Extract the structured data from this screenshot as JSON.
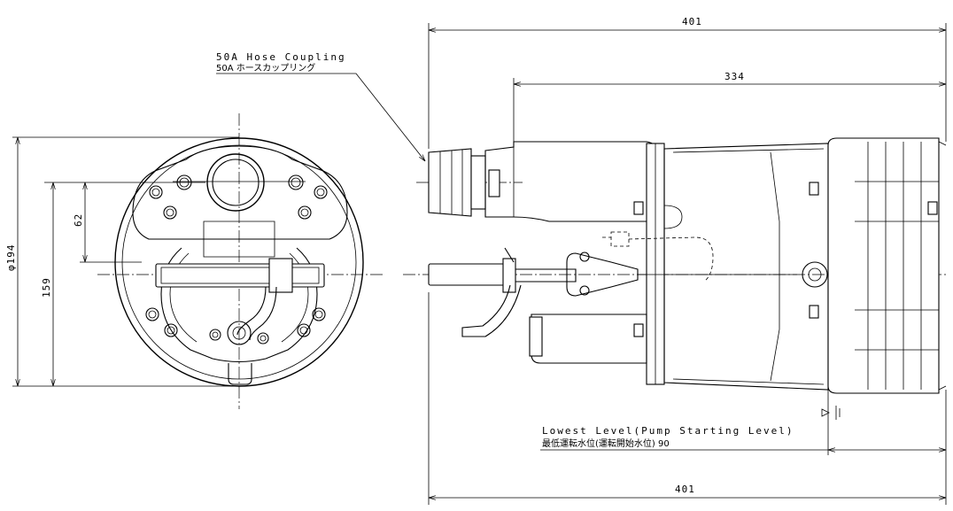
{
  "dimensions": {
    "overall_length_top": "401",
    "body_length": "334",
    "overall_length_bottom": "401",
    "diameter": "φ194",
    "outlet_height": "159",
    "outlet_offset": "62"
  },
  "annotations": {
    "hose_coupling_en": "50A Hose Coupling",
    "hose_coupling_jp": "50A ホースカップリング",
    "lowest_level_en": "Lowest Level(Pump Starting Level)",
    "lowest_level_jp": "最低運転水位(運転開始水位) 90"
  }
}
